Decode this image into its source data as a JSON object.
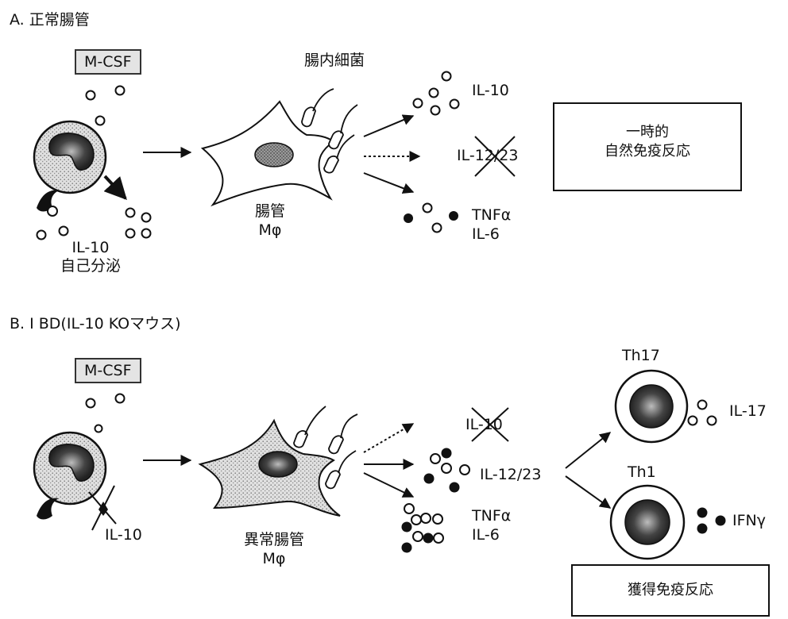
{
  "panel_a": {
    "title": "A. 正常腸管",
    "mcsf": "M-CSF",
    "bacteria": "腸内細菌",
    "il10_autocrine": "IL-10",
    "autocrine_label": "自己分泌",
    "macrophage": "腸管",
    "macrophage_sub": "Mφ",
    "out_il10": "IL-10",
    "out_il1223": "IL-12/23",
    "out_tnf": "TNFα",
    "out_il6": "IL-6",
    "response": "一時的\n自然免疫反応"
  },
  "panel_b": {
    "title": "B. I BD(IL-10 KOマウス)",
    "mcsf": "M-CSF",
    "il10_blocked": "IL-10",
    "macrophage": "異常腸管",
    "macrophage_sub": "Mφ",
    "out_il10": "IL-10",
    "out_il1223": "IL-12/23",
    "out_tnf": "TNFα",
    "out_il6": "IL-6",
    "th17": "Th17",
    "il17": "IL-17",
    "th1": "Th1",
    "ifn": "IFNγ",
    "response": "獲得免疫反応"
  },
  "colors": {
    "ink": "#111111",
    "stipple": "#d0d0d0",
    "nucleus": "#333333",
    "box_fill": "#e4e4e4"
  }
}
